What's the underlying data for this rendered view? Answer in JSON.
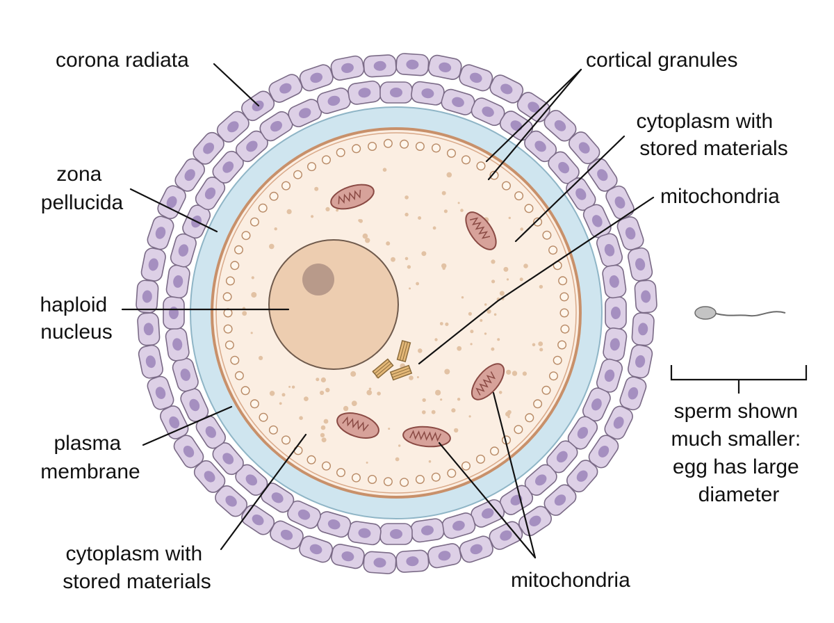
{
  "labels": {
    "corona_radiata": "corona radiata",
    "zona_pellucida": [
      "zona",
      "pellucida"
    ],
    "haploid_nucleus": [
      "haploid",
      "nucleus"
    ],
    "plasma_membrane": [
      "plasma",
      "membrane"
    ],
    "cytoplasm_bottom": [
      "cytoplasm with",
      "stored materials"
    ],
    "cortical_granules": "cortical granules",
    "cytoplasm_top": [
      "cytoplasm with",
      "stored materials"
    ],
    "mitochondria_top": "mitochondria",
    "mitochondria_bottom": "mitochondria",
    "sperm_note": [
      "sperm shown",
      "much smaller:",
      "egg has large",
      "diameter"
    ]
  },
  "colors": {
    "follicle_cell": "#ddd0e6",
    "follicle_outline": "#7a6a86",
    "follicle_nucleus": "#a58fc0",
    "zona": "#cfe5ef",
    "zona_outline": "#8fb5c6",
    "cytoplasm": "#fbeee2",
    "plasma_membrane": "#c8906a",
    "nucleus": "#edcdb0",
    "nucleolus": "#b89a8a",
    "mitochondrion": "#d7a29a",
    "mitochondrion_outline": "#8a4a44",
    "centriole": "#e4b878",
    "sperm": "#c4c4c4"
  }
}
